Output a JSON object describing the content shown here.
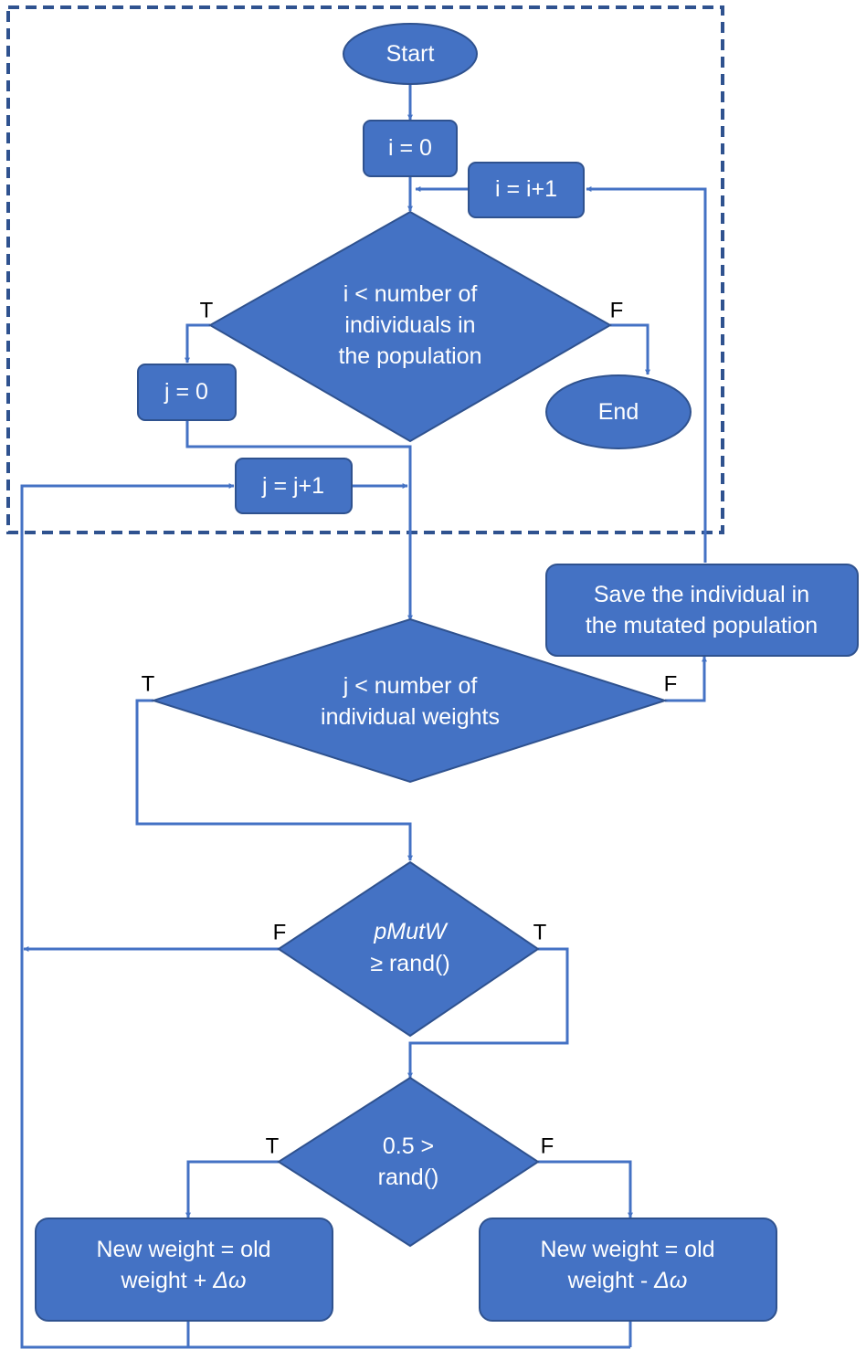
{
  "nodes": {
    "start": "Start",
    "i_init": "i = 0",
    "i_inc": "i = i+1",
    "cond_i": [
      "i < number of",
      "individuals in",
      "the population"
    ],
    "j_init": "j = 0",
    "end": "End",
    "j_inc": "j = j+1",
    "save": [
      "Save the individual in",
      "the mutated population"
    ],
    "cond_j": [
      "j < number of",
      "individual weights"
    ],
    "cond_p": [
      "pMutW",
      "≥ rand()"
    ],
    "cond_half": [
      "0.5 >",
      "rand()"
    ],
    "plus": [
      "New weight = old",
      "weight + ",
      "Δω"
    ],
    "minus": [
      "New weight = old",
      "weight - ",
      "Δω"
    ]
  },
  "branch_labels": {
    "true": "T",
    "false": "F"
  },
  "colors": {
    "fill": "#4472C4",
    "stroke": "#2F528F",
    "line": "#4472C4"
  }
}
